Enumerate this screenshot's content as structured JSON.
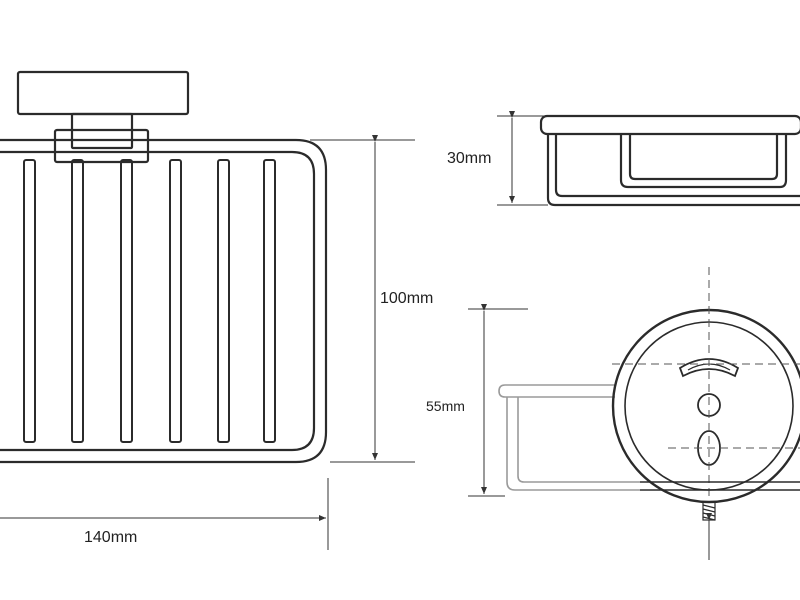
{
  "dimensions": {
    "width_label": "140mm",
    "height_label": "100mm",
    "depth_label": "30mm",
    "wall_offset_label": "55mm"
  },
  "colors": {
    "outline": "#2b2b2b",
    "dimension_line": "#333333",
    "dashed_centerline": "#555555"
  }
}
